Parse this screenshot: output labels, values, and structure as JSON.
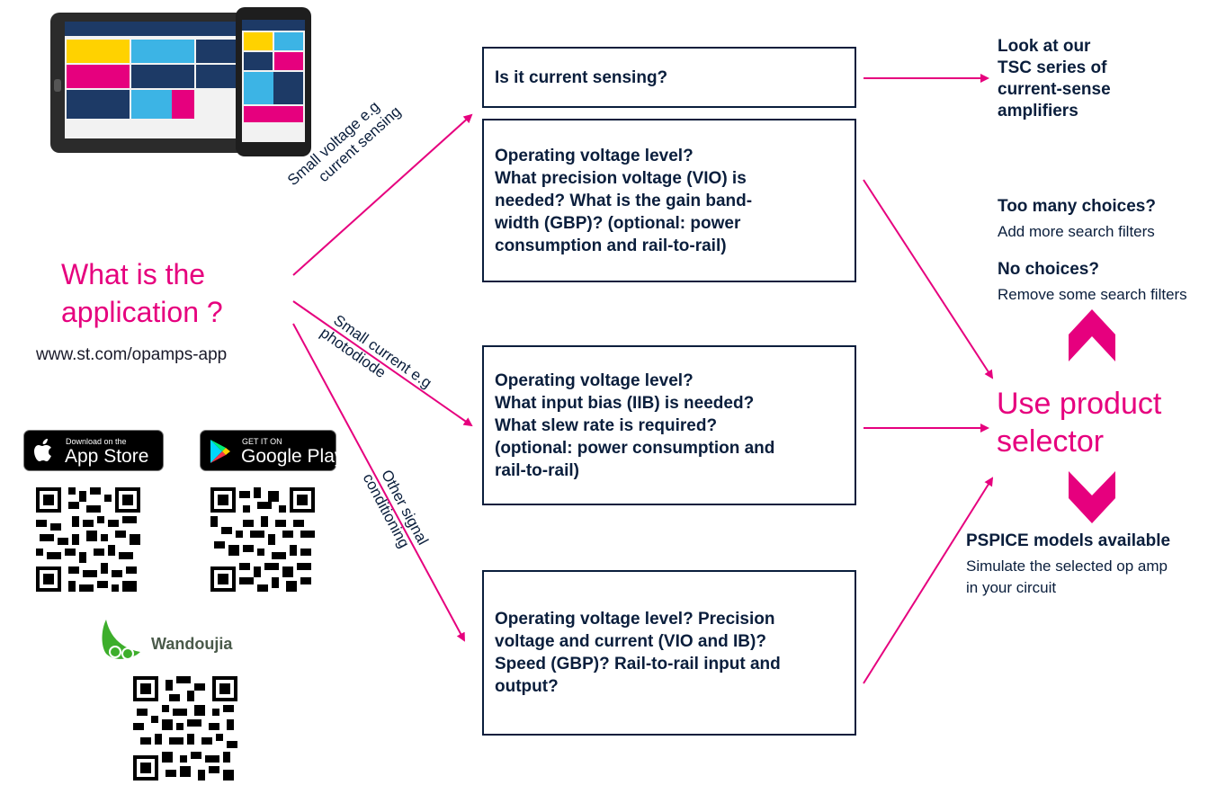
{
  "app_question": "What is the application ?",
  "app_url": "www.st.com/opamps-app",
  "boxes": {
    "current_sensing": "Is it current sensing?",
    "small_voltage": "Operating voltage level?\nWhat precision voltage (VIO) is\nneeded? What is the gain band-\nwidth (GBP)? (optional: power\nconsumption and rail-to-rail)",
    "small_current": "Operating voltage level?\nWhat input bias (IIB) is needed?\nWhat slew rate is required?\n(optional: power consumption and\nrail-to-rail)",
    "other": "Operating voltage level? Precision\nvoltage and current (VIO and IB)?\nSpeed (GBP)? Rail-to-rail input and\noutput?"
  },
  "branch_labels": {
    "small_voltage_1": "Small voltage e.g",
    "small_voltage_2": "current sensing",
    "small_current_1": "Small current e.g",
    "small_current_2": "photodiode",
    "other_1": "Other signal",
    "other_2": "conditioning"
  },
  "tsc": {
    "line1": "Look at our",
    "line2": "TSC series of",
    "line3": "current-sense",
    "line4": "amplifiers"
  },
  "tips": {
    "too_many_heading": "Too many choices?",
    "too_many_text": "Add more search filters",
    "none_heading": "No choices?",
    "none_text": "Remove some search filters"
  },
  "use_selector": {
    "line1": "Use product",
    "line2": "selector"
  },
  "pspice": {
    "heading": "PSPICE models available",
    "line1": "Simulate the selected op amp",
    "line2": "in your circuit"
  },
  "stores": {
    "appstore_small": "Download on the",
    "appstore_big": "App Store",
    "googleplay_small": "GET IT ON",
    "googleplay_big": "Google Play",
    "wandoujia": "Wandoujia"
  },
  "colors": {
    "accent": "#e6007e",
    "dark": "#0a1e3c",
    "wandoujia": "#3dae2b"
  },
  "icons": [
    "apple-icon",
    "google-play-icon",
    "wandoujia-icon",
    "qr-code-icon",
    "chevron-up-icon",
    "chevron-down-icon",
    "arrow-icon"
  ]
}
